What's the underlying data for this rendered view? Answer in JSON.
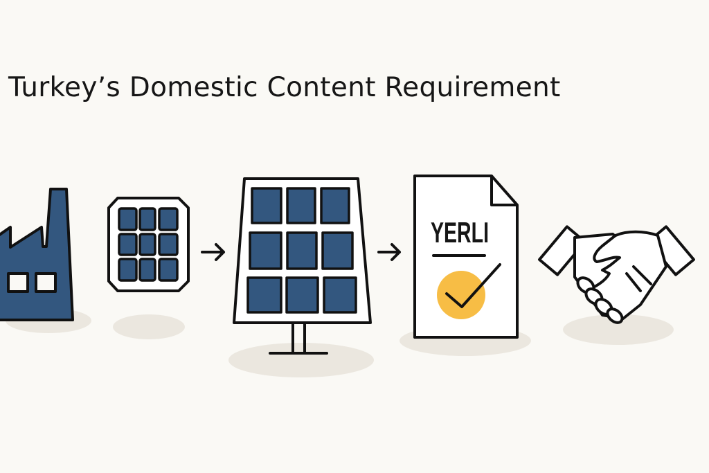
{
  "title": "Turkey’s Domestic Content Requirement",
  "steps": [
    {
      "name": "factory",
      "icon": "factory-icon"
    },
    {
      "name": "solar-cell",
      "icon": "solar-cell-icon"
    },
    {
      "name": "solar-panel",
      "icon": "solar-panel-icon"
    },
    {
      "name": "certificate",
      "icon": "document-check-icon",
      "label": "YERLI"
    },
    {
      "name": "agreement",
      "icon": "handshake-icon"
    }
  ],
  "colors": {
    "background": "#faf9f5",
    "blue": "#33577f",
    "yellow": "#f7bd45",
    "stroke": "#111111",
    "shadow": "#ebe7df"
  }
}
